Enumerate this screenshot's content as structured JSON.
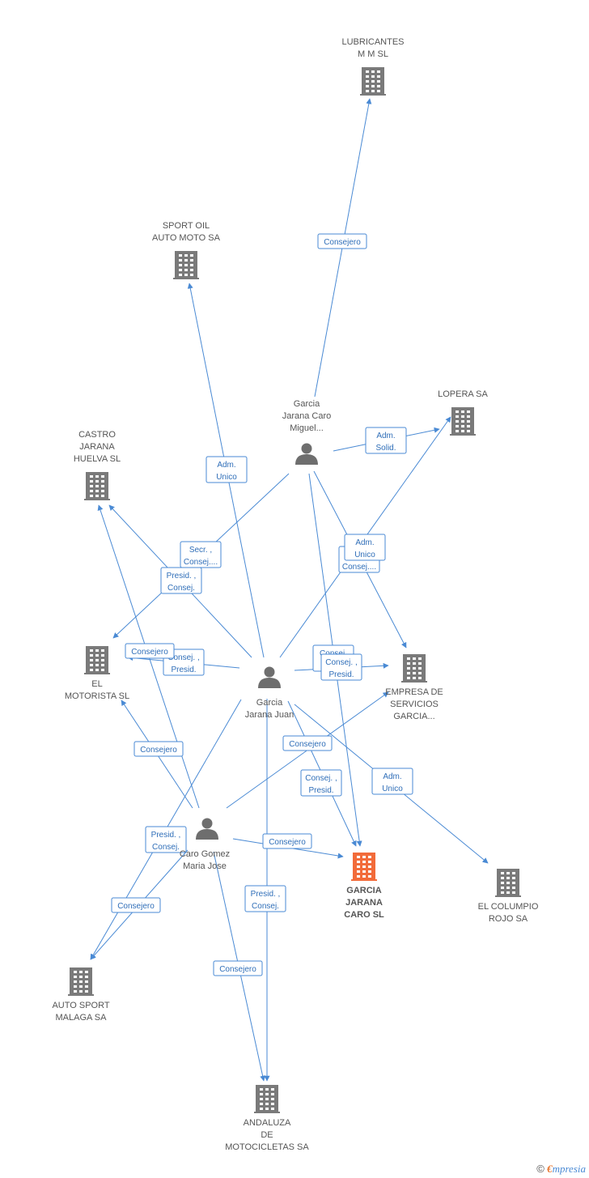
{
  "colors": {
    "edge": "#4a8ad4",
    "company_icon": "#7a7a7a",
    "main_company_icon": "#f26b3a",
    "person_icon": "#6e6e6e",
    "label": "#555555"
  },
  "nodes": [
    {
      "id": "lubricantes",
      "type": "company",
      "label": [
        "LUBRICANTES",
        "M M SL"
      ]
    },
    {
      "id": "sportoil",
      "type": "company",
      "label": [
        "SPORT OIL",
        "AUTO MOTO SA"
      ]
    },
    {
      "id": "lopera",
      "type": "company",
      "label": [
        "LOPERA SA"
      ]
    },
    {
      "id": "castro",
      "type": "company",
      "label": [
        "CASTRO",
        "JARANA",
        "HUELVA  SL"
      ]
    },
    {
      "id": "motorista",
      "type": "company",
      "label": [
        "EL",
        "MOTORISTA SL"
      ]
    },
    {
      "id": "empresa",
      "type": "company",
      "label": [
        "EMPRESA DE",
        "SERVICIOS",
        "GARCIA..."
      ]
    },
    {
      "id": "garcia_sl",
      "type": "main_company",
      "label": [
        "GARCIA",
        "JARANA",
        "CARO SL"
      ]
    },
    {
      "id": "columpio",
      "type": "company",
      "label": [
        "EL COLUMPIO",
        "ROJO SA"
      ]
    },
    {
      "id": "autosport",
      "type": "company",
      "label": [
        "AUTO SPORT",
        "MALAGA SA"
      ]
    },
    {
      "id": "andaluza",
      "type": "company",
      "label": [
        "ANDALUZA",
        "DE",
        "MOTOCICLETAS SA"
      ]
    },
    {
      "id": "miguel",
      "type": "person",
      "label": [
        "Garcia",
        "Jarana Caro",
        "Miguel..."
      ]
    },
    {
      "id": "juan",
      "type": "person",
      "label": [
        "Garcia",
        "Jarana Juan"
      ]
    },
    {
      "id": "mariajose",
      "type": "person",
      "label": [
        "Caro Gomez",
        "Maria Jose"
      ]
    }
  ],
  "edges": [
    {
      "from": "miguel",
      "to": "lubricantes",
      "label": [
        "Consejero"
      ]
    },
    {
      "from": "miguel",
      "to": "lopera",
      "label": [
        "Adm.",
        "Solid."
      ]
    },
    {
      "from": "miguel",
      "to": "motorista",
      "label": [
        "Secr. ,",
        "Consej...."
      ]
    },
    {
      "from": "miguel",
      "to": "empresa",
      "label": [
        "Secr. ,",
        "Consej...."
      ]
    },
    {
      "from": "miguel",
      "to": "garcia_sl",
      "label": [
        "Consej.",
        "Del.,..."
      ]
    },
    {
      "from": "juan",
      "to": "sportoil",
      "label": [
        "Adm.",
        "Unico"
      ]
    },
    {
      "from": "juan",
      "to": "lopera",
      "label": [
        "Adm.",
        "Unico"
      ]
    },
    {
      "from": "juan",
      "to": "castro",
      "label": [
        "Presid. ,",
        "Consej."
      ]
    },
    {
      "from": "juan",
      "to": "motorista",
      "label": [
        "Consej. ,",
        "Presid."
      ]
    },
    {
      "from": "juan",
      "to": "empresa",
      "label": [
        "Consej. ,",
        "Presid."
      ]
    },
    {
      "from": "juan",
      "to": "garcia_sl",
      "label": [
        "Consej. ,",
        "Presid."
      ]
    },
    {
      "from": "juan",
      "to": "columpio",
      "label": [
        "Adm.",
        "Unico"
      ]
    },
    {
      "from": "juan",
      "to": "autosport",
      "label": [
        "Presid. ,",
        "Consej."
      ]
    },
    {
      "from": "juan",
      "to": "andaluza",
      "label": [
        "Presid. ,",
        "Consej."
      ]
    },
    {
      "from": "mariajose",
      "to": "castro",
      "label": [
        "Consejero"
      ]
    },
    {
      "from": "mariajose",
      "to": "motorista",
      "label": [
        "Consejero"
      ]
    },
    {
      "from": "mariajose",
      "to": "empresa",
      "label": [
        "Consejero"
      ]
    },
    {
      "from": "mariajose",
      "to": "garcia_sl",
      "label": [
        "Consejero"
      ]
    },
    {
      "from": "mariajose",
      "to": "autosport",
      "label": [
        "Consejero"
      ]
    },
    {
      "from": "mariajose",
      "to": "andaluza",
      "label": [
        "Consejero"
      ]
    }
  ],
  "footer": {
    "copyright": "©",
    "brand_initial": "€",
    "brand_rest": "mpresia"
  }
}
